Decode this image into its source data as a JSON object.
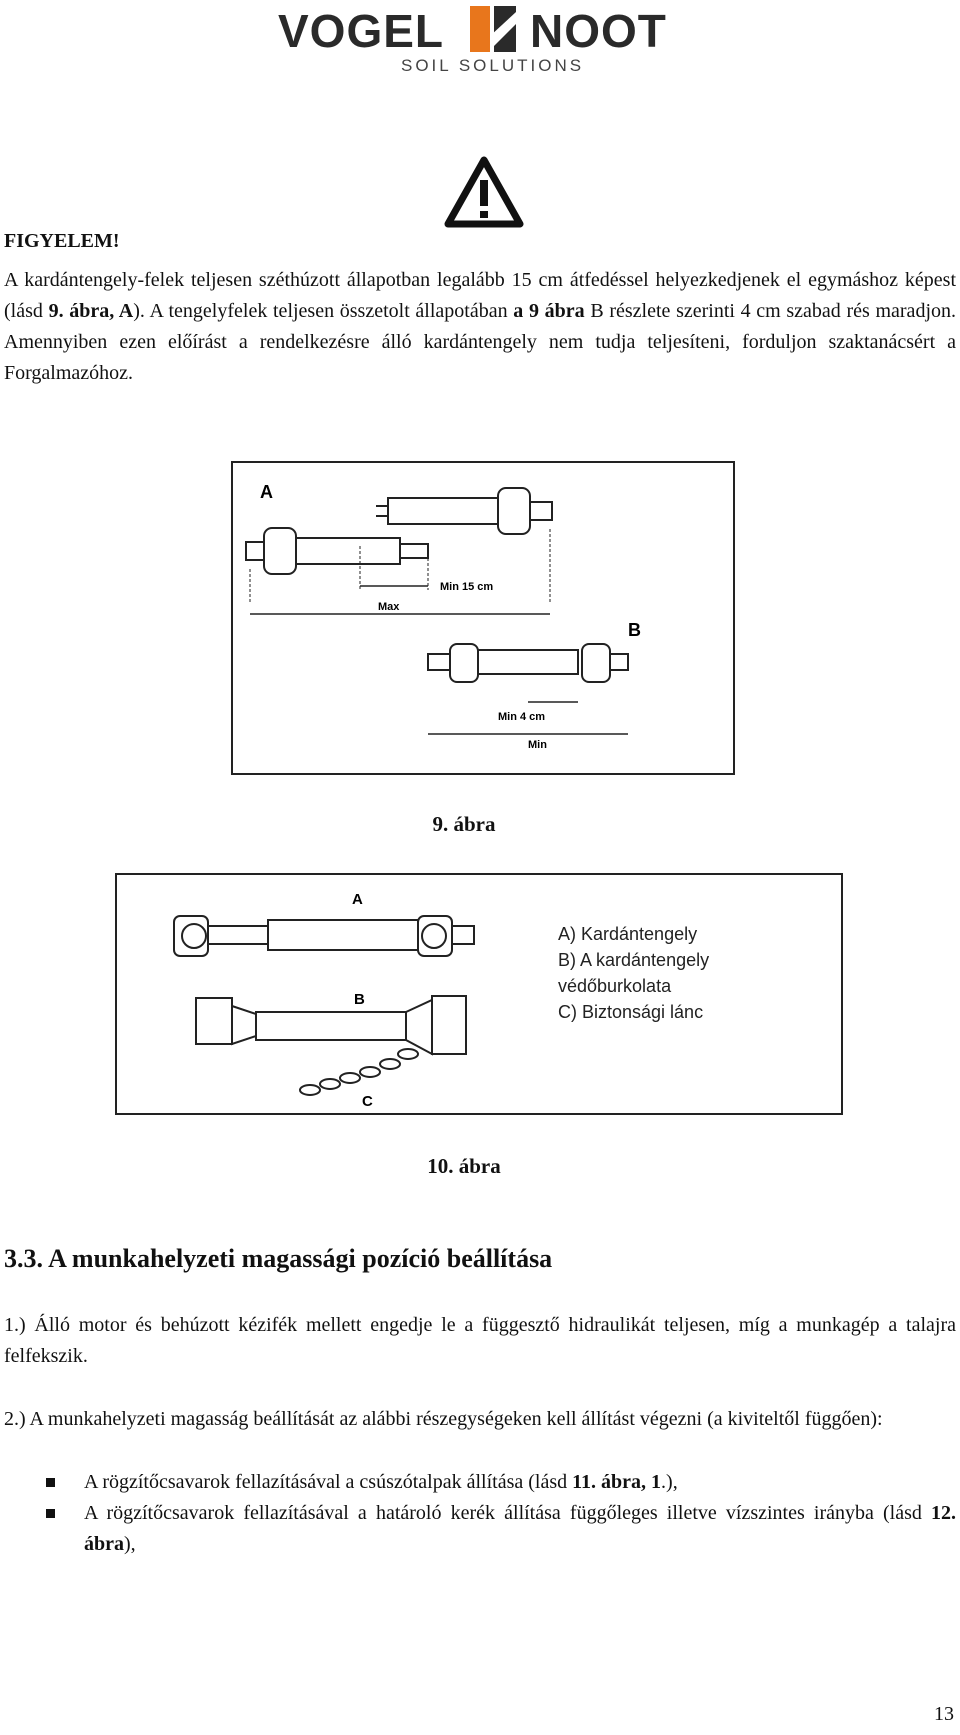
{
  "header": {
    "logo_left": "VOGEL",
    "logo_right": "NOOT",
    "logo_sub": "SOIL SOLUTIONS",
    "brand_color": "#e8761c"
  },
  "warning": {
    "icon": "warning-triangle-icon",
    "title": "FIGYELEM!",
    "text_parts": [
      "A kardántengely-felek teljesen széthúzott állapotban legalább 15 cm átfedéssel helyezkedjenek el egymáshoz képest (lásd ",
      "9. ábra, A",
      "). A tengelyfelek teljesen összetolt állapotában ",
      "a 9 ábra",
      " B részlete szerinti 4 cm szabad rés maradjon. Amennyiben ezen előírást a rendelkezésre álló kardántengely nem tudja teljesíteni, forduljon szaktanácsért a Forgalmazóhoz."
    ]
  },
  "figure9": {
    "label_a": "A",
    "label_b": "B",
    "min15": "Min 15 cm",
    "max": "Max",
    "min4": "Min 4 cm",
    "min": "Min",
    "caption": "9. ábra"
  },
  "figure10": {
    "label_a": "A",
    "label_b": "B",
    "label_c": "C",
    "legend": [
      "A) Kardántengely",
      "B) A kardántengely",
      "védőburkolata",
      "C) Biztonsági lánc"
    ],
    "caption": "10. ábra"
  },
  "section": {
    "title": "3.3. A munkahelyzeti magassági pozíció beállítása",
    "p1": "1.) Álló motor és behúzott kézifék mellett engedje le a függesztő hidraulikát teljesen, míg a munkagép a talajra felfekszik.",
    "p2": "2.) A munkahelyzeti magasság beállítását az alábbi részegységeken kell állítást végezni (a kiviteltől függően):",
    "bullet1": {
      "a": "A rögzítőcsavarok fellazításával a csúszótalpak állítása (lásd ",
      "b": "11. ábra, 1",
      "c": ".),"
    },
    "bullet2": {
      "a": "A rögzítőcsavarok fellazításával a határoló kerék állítása függőleges illetve vízszintes irányba (lásd ",
      "b": "12. ábra",
      "c": "),"
    }
  },
  "page_number": "13"
}
